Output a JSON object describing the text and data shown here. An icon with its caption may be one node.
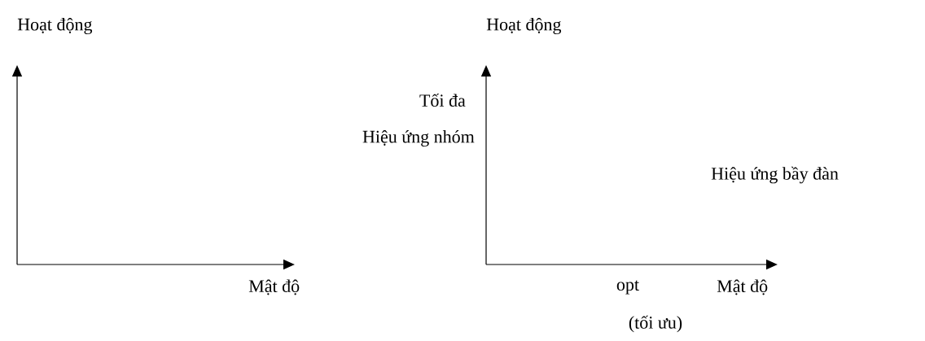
{
  "diagram": {
    "labels": [
      "Hoạt động",
      "Hoạt động",
      "Tối đa",
      "Hiệu ứng nhóm",
      "Hiệu ứng bầy đàn",
      "Mật độ",
      "opt",
      "Mật độ",
      "(tối ưu)"
    ]
  }
}
